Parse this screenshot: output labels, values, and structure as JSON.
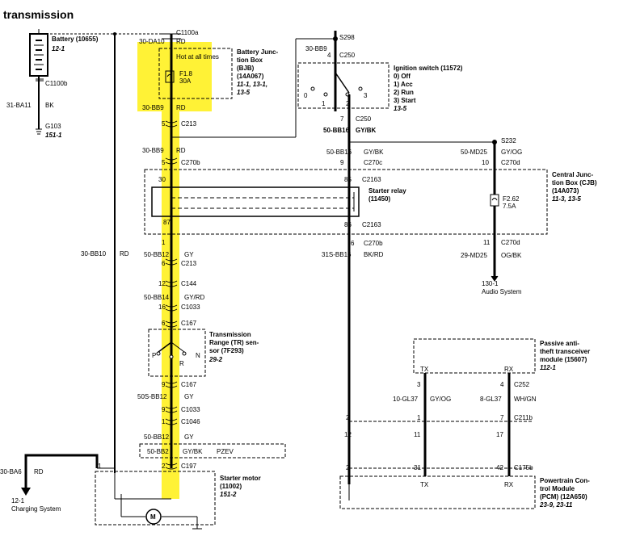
{
  "title": "transmission",
  "battery": {
    "name": "Battery (10655)",
    "ref": "12-1",
    "connector": "C1100b",
    "ground": "G103",
    "ground_ref": "151-1",
    "circuit": "31-BA11",
    "color": "BK"
  },
  "main_wire": {
    "c1": "C1100a",
    "circuit": "30-DA10",
    "color": "RD"
  },
  "bjb": {
    "hot": "Hot at all times",
    "fuse": "F1.8",
    "amps": "30A",
    "name": "Battery Junc-",
    "name2": "tion Box",
    "abbr": "(BJB)",
    "part": "(14A067)",
    "refs": "11-1, 13-1,",
    "refs2": "13-5"
  },
  "wires": {
    "w1": {
      "circuit": "30-BB9",
      "color": "RD"
    },
    "c213a": {
      "pin": "5",
      "conn": "C213"
    },
    "w2": {
      "circuit": "30-BB9",
      "color": "RD"
    },
    "c270b": {
      "pin": "5",
      "conn": "C270b"
    },
    "w3": {
      "circuit": "50-BB12",
      "color": "GY"
    },
    "c213b": {
      "pin": "6",
      "conn": "C213"
    },
    "c144": {
      "pin": "12",
      "conn": "C144"
    },
    "w4": {
      "circuit": "50-BB14",
      "color": "GY/RD"
    },
    "c1033a": {
      "pin": "16",
      "conn": "C1033"
    },
    "c167a": {
      "pin": "6",
      "conn": "C167"
    },
    "c167b": {
      "pin": "9",
      "conn": "C167"
    },
    "w5": {
      "circuit": "50S-BB12",
      "color": "GY"
    },
    "c1033b": {
      "pin": "9",
      "conn": "C1033"
    },
    "c1046": {
      "pin": "1",
      "conn": "C1046"
    },
    "w6": {
      "circuit": "50-BB12",
      "color": "GY"
    },
    "w7": {
      "circuit": "50-BB2",
      "color": "GY/BK",
      "option": "PZEV"
    },
    "c197": {
      "pin": "2",
      "conn": "C197"
    },
    "bb10": {
      "circuit": "30-BB10",
      "color": "RD"
    },
    "ba6": {
      "circuit": "30-BA6",
      "color": "RD",
      "pin": "1"
    }
  },
  "relay_pins": {
    "p30": "30",
    "p87": "87",
    "p85": "85",
    "p86": "86",
    "c2163a": "C2163",
    "c2163b": "C2163"
  },
  "s298": {
    "splice": "S298",
    "circuit": "30-BB9",
    "pin": "4",
    "conn": "C250"
  },
  "ignition": {
    "name": "Ignition switch (11572)",
    "off": "0)  Off",
    "acc": "1)  Acc",
    "run": "2)  Run",
    "start": "3)  Start",
    "ref": "13-5",
    "n0": "0",
    "n1": "1",
    "n2": "2",
    "n3": "3"
  },
  "ign_out": {
    "pin": "7",
    "conn": "C250",
    "circuit": "50-BB16",
    "color": "GY/BK"
  },
  "starter_relay": {
    "name": "Starter relay",
    "part": "(11450)"
  },
  "cjb_in": {
    "circuit": "50-BB16",
    "color": "GY/BK",
    "pin": "9",
    "conn": "C270c"
  },
  "s232": {
    "splice": "S232",
    "circuit": "50-MD25",
    "color": "GY/OG",
    "pin": "10",
    "conn": "C270d"
  },
  "cjb": {
    "name": "Central Junc-",
    "name2": "tion Box (CJB)",
    "part": "(14A073)",
    "refs": "11-3, 13-5",
    "fuse": "F2.62",
    "amps": "7.5A"
  },
  "cjb_out": {
    "pin": "11",
    "conn": "C270d",
    "circuit": "29-MD25",
    "color": "OG/BK",
    "ref": "130-1",
    "dest": "Audio System"
  },
  "relay_out": {
    "pin": "6",
    "conn": "C270b",
    "circuit": "31S-BB16",
    "color": "BK/RD"
  },
  "tr": {
    "name": "Transmission",
    "name2": "Range (TR) sen-",
    "name3": "sor (7F293)",
    "ref": "29-2",
    "p": "P",
    "r": "R",
    "n": "N"
  },
  "pats": {
    "name": "Passive anti-",
    "name2": "theft transceiver",
    "name3": "module (15607)",
    "ref": "112-1",
    "tx": "TX",
    "rx": "RX"
  },
  "c252": {
    "p3": "3",
    "p4": "4",
    "conn": "C252",
    "c1": "10-GL37",
    "col1": "GY/OG",
    "c2": "8-GL37",
    "col2": "WH/GN"
  },
  "c211b": {
    "p2": "2",
    "p1": "1",
    "p7": "7",
    "conn": "C211b"
  },
  "mid": {
    "p12": "12",
    "p11": "11",
    "p17": "17"
  },
  "c175b": {
    "p2": "2",
    "p31": "31",
    "p42": "42",
    "conn": "C175b"
  },
  "pcm": {
    "name": "Powertrain Con-",
    "name2": "trol Module",
    "name3": "(PCM) (12A650)",
    "refs": "23-9, 23-11",
    "tx": "TX",
    "rx": "RX"
  },
  "starter": {
    "name": "Starter motor",
    "part": "(11002)",
    "ref": "151-2",
    "motor": "M"
  },
  "charging": {
    "ref": "12-1",
    "dest": "Charging System"
  }
}
